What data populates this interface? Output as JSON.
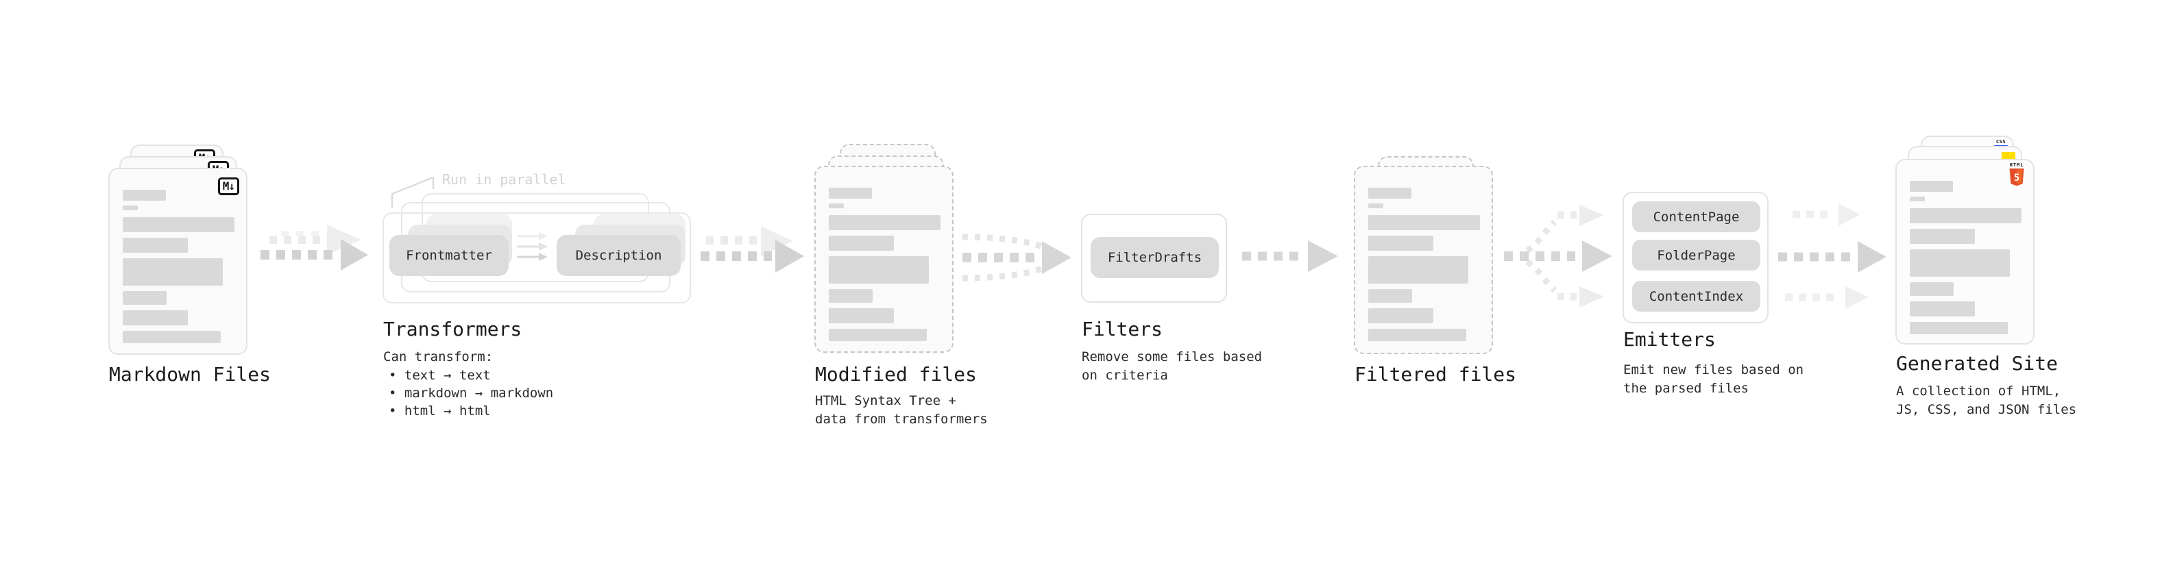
{
  "stages": {
    "markdown": {
      "label": "Markdown Files",
      "badge": "M↓"
    },
    "transformers": {
      "note": "Run in parallel",
      "pill_left": "Frontmatter",
      "pill_right": "Description",
      "label": "Transformers",
      "desc_title": "Can transform:",
      "bullets": [
        "• text → text",
        "• markdown → markdown",
        "• html → html"
      ]
    },
    "modified": {
      "label": "Modified files",
      "desc": "HTML Syntax Tree +\ndata from transformers"
    },
    "filters": {
      "pill": "FilterDrafts",
      "label": "Filters",
      "desc": "Remove some files based\non criteria"
    },
    "filtered": {
      "label": "Filtered files"
    },
    "emitters": {
      "pills": [
        "ContentPage",
        "FolderPage",
        "ContentIndex"
      ],
      "label": "Emitters",
      "desc": "Emit new files based on\nthe parsed files"
    },
    "generated": {
      "label": "Generated Site",
      "desc": "A collection of HTML,\nJS, CSS, and JSON files",
      "badge_html_word": "HTML",
      "badge_html_number": "5",
      "badge_css": "CSS"
    }
  },
  "colors": {
    "html5_orange": "#e44d26",
    "html5_orange_light": "#f16529",
    "js_yellow": "#ffde00",
    "css_blue": "#2b63f6",
    "arrow_dark": "#d2d2d2",
    "arrow_light": "#ebebeb",
    "skeleton_gray": "#d9d9d9"
  }
}
